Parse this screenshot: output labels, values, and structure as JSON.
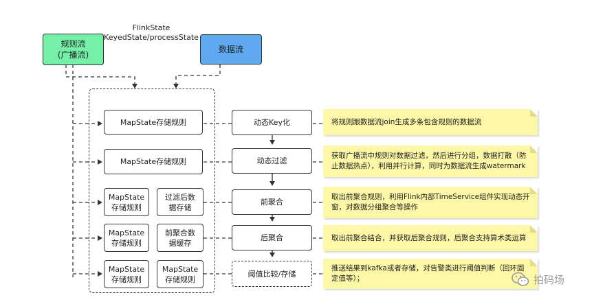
{
  "sources": {
    "rule_stream": "规则流\n(广播流)",
    "data_stream": "数据流",
    "flink_state_label": "FlinkState\nKeyedState/processState"
  },
  "pipeline": [
    {
      "step": "动态Key化",
      "states": [
        "MapState存储规则"
      ],
      "note": "将规则跟数据流join生成多条包含规则的数据流"
    },
    {
      "step": "动态过滤",
      "states": [
        "MapState存储规则"
      ],
      "note": "获取广播流中规则对数据过滤，然后进行分组，数据打散（防止数据热点），利用并行计算，同时为数据流生成watermark"
    },
    {
      "step": "前聚合",
      "states": [
        "MapState\n存储规则",
        "过滤后数\n据存储"
      ],
      "note": "取出前聚合规则，利用Flink内部TimeService组件实现动态开窗，对数据分组聚合等操作"
    },
    {
      "step": "后聚合",
      "states": [
        "MapState\n存储规则",
        "前聚合数\n据缓存"
      ],
      "note": "取出前聚合结合，并获取后聚合规则，后聚合支持算术类运算"
    },
    {
      "step": "阈值比较/存储",
      "states": [
        "MapState\n存储规则",
        "MapState\n存储规则"
      ],
      "note": "推送结果到kafka或者存储，对告警类进行阈值判断（回环固定值等）；"
    }
  ],
  "watermark": {
    "text": "拍码场",
    "icon": "wechat-icon"
  },
  "colors": {
    "rule_stream": "#74f0a8",
    "data_stream": "#5ea9f0",
    "note": "#fdf8a7"
  }
}
